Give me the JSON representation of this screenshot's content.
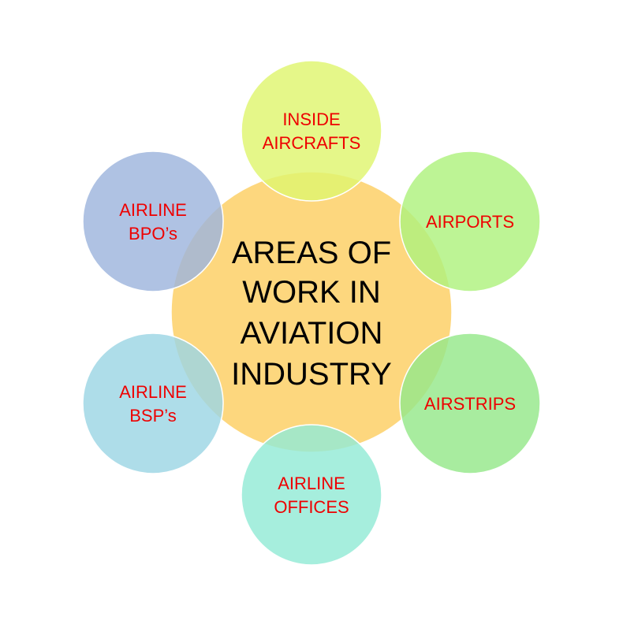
{
  "center": {
    "lines": [
      "AREAS OF",
      "WORK IN",
      "AVIATION",
      "INDUSTRY"
    ],
    "fill": "#fdd77e",
    "text_color": "#000000"
  },
  "satellite_text_color": "#ee0000",
  "satellites": [
    {
      "id": "inside-aircrafts",
      "lines": [
        "INSIDE",
        "AIRCRAFTS"
      ],
      "fill": "#dff56f"
    },
    {
      "id": "airports",
      "lines": [
        "AIRPORTS"
      ],
      "fill": "#aef27e"
    },
    {
      "id": "airstrips",
      "lines": [
        "AIRSTRIPS"
      ],
      "fill": "#95e88a"
    },
    {
      "id": "airline-offices",
      "lines": [
        "AIRLINE",
        "OFFICES"
      ],
      "fill": "#93ead6"
    },
    {
      "id": "airline-bsps",
      "lines": [
        "AIRLINE",
        "BSP’s"
      ],
      "fill": "#9cd6e4"
    },
    {
      "id": "airline-bpos",
      "lines": [
        "AIRLINE",
        "BPO’s"
      ],
      "fill": "#9eb5dd"
    }
  ]
}
